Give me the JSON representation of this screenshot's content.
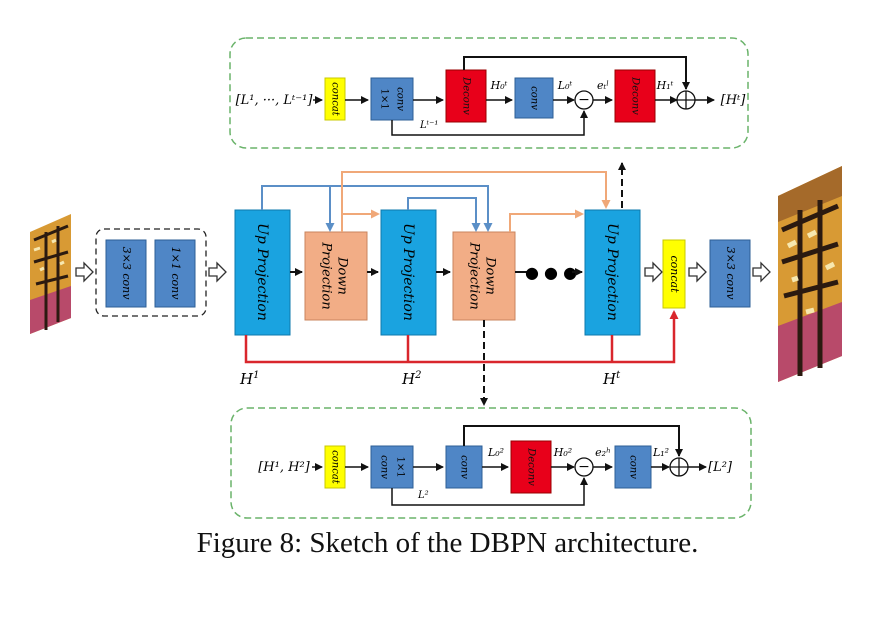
{
  "caption": "Figure 8: Sketch of the DBPN architecture.",
  "colors": {
    "conv": "#4f86c6",
    "up_projection": "#1aa3e0",
    "down_projection": "#f2ad86",
    "deconv": "#e8001a",
    "concat": "#ffff00",
    "red_line": "#d9262c",
    "blue_arrow": "#5b8fc7",
    "orange_arrow": "#f0a878",
    "dashed_box": "#6ab36a"
  },
  "icons": [
    "butterfly-input-image",
    "butterfly-output-image"
  ],
  "main": {
    "conv3": "3×3 conv",
    "conv1": "1×1 conv",
    "up_projection": "Up Projection",
    "down_projection_line1": "Down",
    "down_projection_line2": "Projection",
    "concat": "concat",
    "out_conv": "3×3 conv",
    "dots": "● ● ●",
    "h1_base": "H",
    "h1_sup": "1",
    "h2_base": "H",
    "h2_sup": "2",
    "ht_base": "H",
    "ht_sup": "t"
  },
  "top_panel": {
    "input": "[L¹, ···, Lᵗ⁻¹]",
    "concat": "concat",
    "conv1_top": "1×1",
    "conv1_bottom": "conv",
    "deconv1": "Deconv",
    "h0": "H₀ᵗ",
    "conv": "conv",
    "l0": "L₀ᵗ",
    "minus": "−",
    "e": "eₜˡ",
    "deconv2": "Deconv",
    "h1": "H₁ᵗ",
    "plus": "+",
    "output": "[Hᵗ]",
    "lt": "Lᵗ⁻¹"
  },
  "bottom_panel": {
    "input": "[H¹, H²]",
    "concat": "concat",
    "conv1_top": "1×1",
    "conv1_bottom": "conv",
    "conv_a": "conv",
    "l0": "L₀²",
    "deconv": "Deconv",
    "h0": "H₀²",
    "minus": "−",
    "e": "e₂ʰ",
    "conv_b": "conv",
    "l1": "L₁²",
    "plus": "+",
    "output": "[L²]",
    "lt": "L²"
  }
}
